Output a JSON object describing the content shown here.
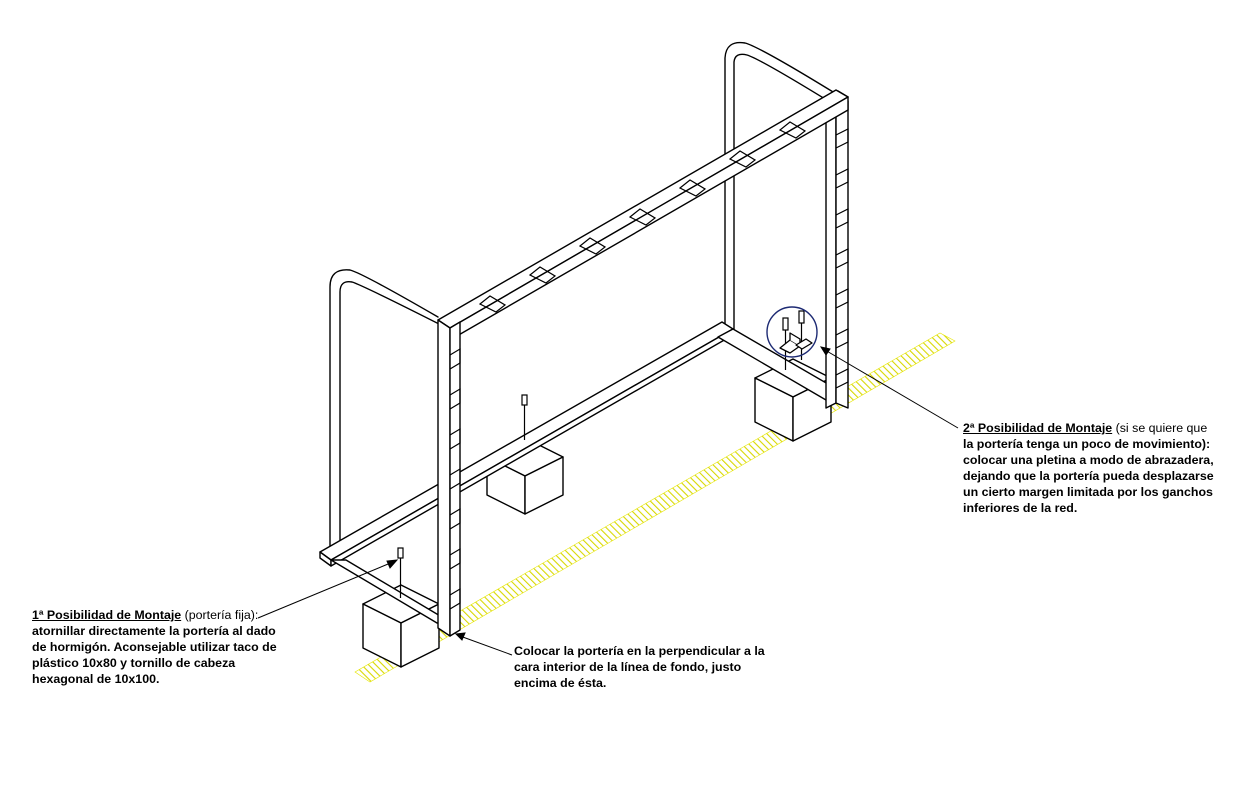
{
  "colors": {
    "line": "#000000",
    "background": "#ffffff",
    "field_line_hatch": "#d8d800",
    "highlight_circle": "#1d2a73"
  },
  "notes": {
    "mount_1": {
      "heading": "1ª Posibilidad de Montaje",
      "heading_rest": " (portería fija):",
      "lines": [
        "atornillar directamente la portería al dado",
        "de hormigón. Aconsejable utilizar taco de",
        "plástico 10x80 y tornillo de cabeza",
        "hexagonal de 10x100."
      ]
    },
    "mount_2": {
      "heading": "2ª Posibilidad de Montaje",
      "heading_rest": " (si se quiere que",
      "lines": [
        "la portería tenga un poco de movimiento):",
        "colocar una pletina a modo de abrazadera,",
        "dejando que la portería pueda desplazarse",
        "un cierto margen limitada por los ganchos",
        "inferiores de la red."
      ]
    },
    "placement": {
      "lines": [
        "Colocar la portería en la perpendicular a la",
        "cara interior de la línea de fondo, justo",
        "encima de ésta."
      ]
    }
  }
}
